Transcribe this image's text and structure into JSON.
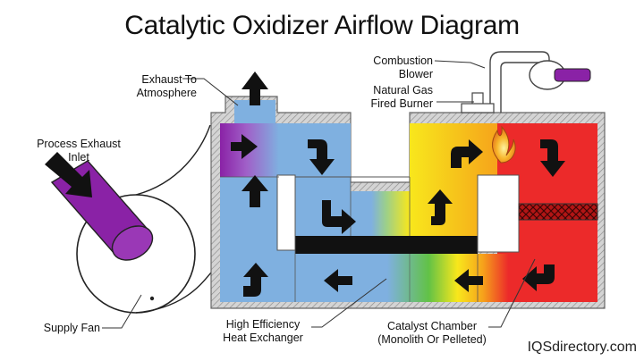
{
  "title": "Catalytic Oxidizer Airflow Diagram",
  "labels": {
    "exhaust_to_atmosphere_1": "Exhaust To",
    "exhaust_to_atmosphere_2": "Atmosphere",
    "process_exhaust_inlet_1": "Process Exhaust",
    "process_exhaust_inlet_2": "Inlet",
    "combustion_blower_1": "Combustion",
    "combustion_blower_2": "Blower",
    "natural_gas_burner_1": "Natural Gas",
    "natural_gas_burner_2": "Fired Burner",
    "supply_fan": "Supply Fan",
    "heat_exchanger_1": "High Efficiency",
    "heat_exchanger_2": "Heat Exchanger",
    "catalyst_chamber_1": "Catalyst Chamber",
    "catalyst_chamber_2": "(Monolith Or Pelleted)"
  },
  "watermark": "IQSdirectory.com",
  "colors": {
    "cool": "#7fb0e0",
    "purple": "#8a22a6",
    "yellow": "#f8e71c",
    "orange": "#f6a21b",
    "red": "#ec2a2a",
    "green": "#62c246",
    "wall": "#c8c8c8",
    "arrow": "#111111"
  }
}
